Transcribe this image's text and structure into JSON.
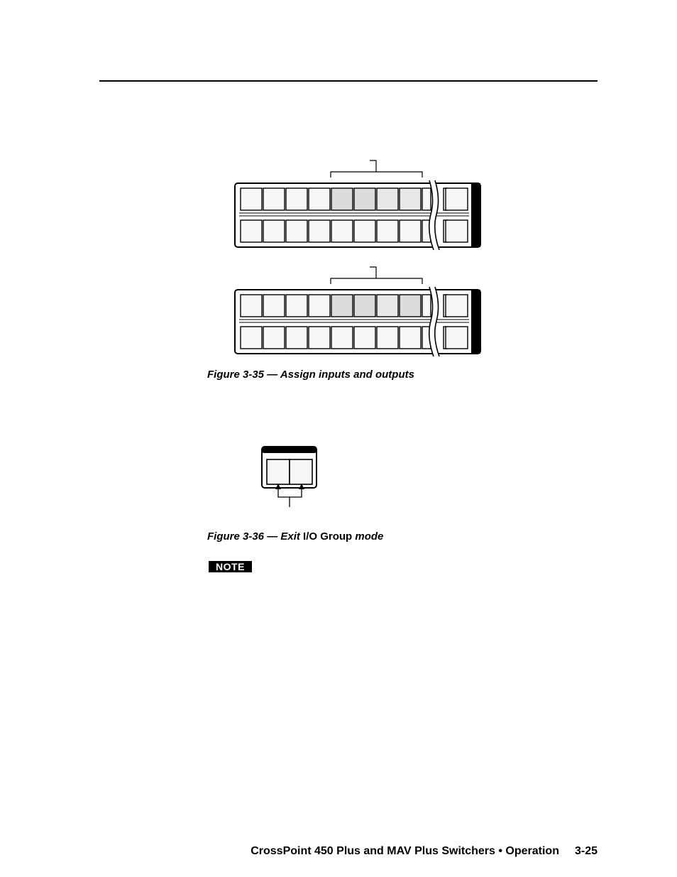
{
  "figures": [
    {
      "caption_prefix": "Figure 3-35 — ",
      "caption_main": "Assign inputs and outputs",
      "caption_plain": "",
      "caption_suffix": ""
    },
    {
      "caption_prefix": "Figure 3-36 — ",
      "caption_main": "Exit",
      "caption_plain": " I/O Group",
      "caption_suffix": " mode"
    }
  ],
  "note": {
    "label": "NOTE"
  },
  "footer": {
    "title": "CrossPoint 450 Plus and MAV Plus Switchers • Operation",
    "page": "3-25"
  },
  "colors": {
    "lit_button": "#dedede",
    "lit_button_light": "#e8e8e8",
    "panel_border": "#000000"
  }
}
